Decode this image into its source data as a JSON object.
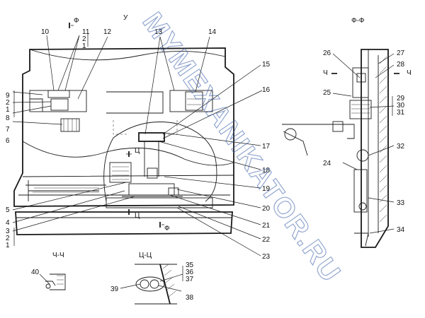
{
  "views": {
    "main_marker": "У",
    "phi_top": "Ф",
    "phi_bottom": "Ф",
    "ts_upper": "Ц",
    "ts_lower": "Ц",
    "ff_title": "Ф-Ф",
    "ch_left": "Ч",
    "ch_right": "Ч",
    "chch_title": "Ч-Ч",
    "tsts_title": "Ц-Ц"
  },
  "callouts": {
    "n1a": "1",
    "n2a": "2",
    "n9": "9",
    "n8": "8",
    "n7": "7",
    "n6": "6",
    "n10": "10",
    "n11": "11",
    "n2b": "2",
    "n1b": "1",
    "n12": "12",
    "n13": "13",
    "n14": "14",
    "n15": "15",
    "n16": "16",
    "n17": "17",
    "n18": "18",
    "n19": "19",
    "n20": "20",
    "n21": "21",
    "n22": "22",
    "n23": "23",
    "n5": "5",
    "n4": "4",
    "n3": "3",
    "n2c": "2",
    "n1c": "1",
    "n26": "26",
    "n25": "25",
    "n27": "27",
    "n28": "28",
    "n29": "29",
    "n30": "30",
    "n31": "31",
    "n32": "32",
    "n24": "24",
    "n33": "33",
    "n34": "34",
    "n40": "40",
    "n35": "35",
    "n36": "36",
    "n37": "37",
    "n39": "39",
    "n38": "38"
  },
  "watermark": "MYMEXANIKATOR.RU"
}
